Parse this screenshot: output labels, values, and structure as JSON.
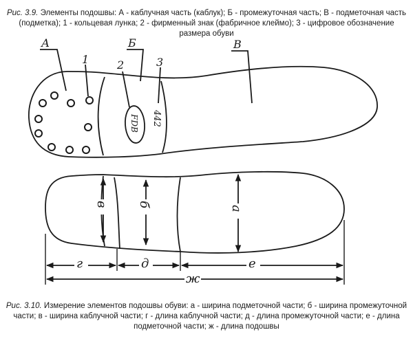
{
  "caption_top": {
    "fig": "Рис. 3.9.",
    "text": "Элементы подошвы: А - каблучная часть (каблук); Б - промежуточная часть; В - подметочная часть (подметка); 1 - кольцевая лунка; 2 - фирменный знак (фабричное клеймо); 3 - цифровое обозначение размера обуви"
  },
  "figure_top": {
    "label_a": "А",
    "label_b": "Б",
    "label_v": "В",
    "label_1": "1",
    "label_2": "2",
    "label_3": "3",
    "brand_mark": "FDB",
    "size_mark": "442"
  },
  "figure_bottom": {
    "dim_a": "а",
    "dim_b": "б",
    "dim_v": "в",
    "dim_g": "г",
    "dim_d": "д",
    "dim_e": "е",
    "dim_zh": "ж"
  },
  "caption_bottom": {
    "fig": "Рис. 3.10.",
    "text": "Измерение элементов подошвы обуви: а - ширина подметочной части; б - ширина промежуточной части; в - ширина каблучной части; г - длина каблучной части; д - длина промежуточной части; е - длина подметочной части; ж - длина подошвы"
  },
  "colors": {
    "ink": "#1a1a1a",
    "background": "#ffffff"
  }
}
